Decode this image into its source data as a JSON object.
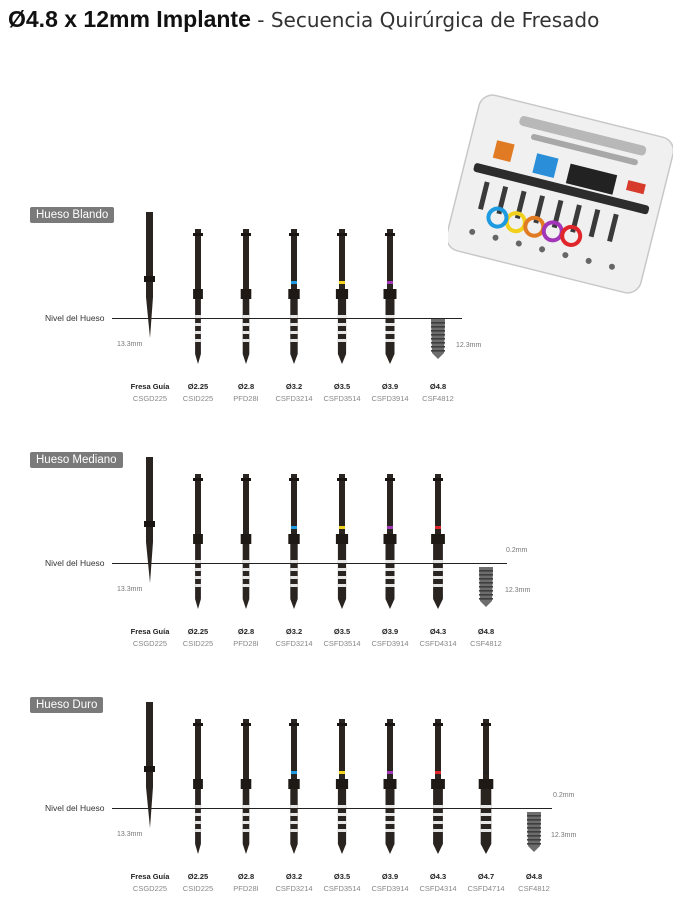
{
  "header": {
    "title_bold": "Ø4.8 x 12mm Implante",
    "title_rest": " - Secuencia Quirúrgica de Fresado"
  },
  "bone_level_label": "Nivel del Hueso",
  "guide_depth": "13.3mm",
  "implant_length": "12.3mm",
  "implant_offset": "0.2mm",
  "sections": [
    {
      "name": "Hueso Blando",
      "tools": [
        {
          "d": "Fresa Guía",
          "code": "CSGD225"
        },
        {
          "d": "Ø2.25",
          "code": "CSID225"
        },
        {
          "d": "Ø2.8",
          "code": "PFD28I"
        },
        {
          "d": "Ø3.2",
          "code": "CSFD3214"
        },
        {
          "d": "Ø3.5",
          "code": "CSFD3514"
        },
        {
          "d": "Ø3.9",
          "code": "CSFD3914"
        },
        {
          "d": "Ø4.8",
          "code": "CSF4812"
        }
      ]
    },
    {
      "name": "Hueso Mediano",
      "tools": [
        {
          "d": "Fresa Guía",
          "code": "CSGD225"
        },
        {
          "d": "Ø2.25",
          "code": "CSID225"
        },
        {
          "d": "Ø2.8",
          "code": "PFD28I"
        },
        {
          "d": "Ø3.2",
          "code": "CSFD3214"
        },
        {
          "d": "Ø3.5",
          "code": "CSFD3514"
        },
        {
          "d": "Ø3.9",
          "code": "CSFD3914"
        },
        {
          "d": "Ø4.3",
          "code": "CSFD4314"
        },
        {
          "d": "Ø4.8",
          "code": "CSF4812"
        }
      ]
    },
    {
      "name": "Hueso Duro",
      "tools": [
        {
          "d": "Fresa Guía",
          "code": "CSGD225"
        },
        {
          "d": "Ø2.25",
          "code": "CSID225"
        },
        {
          "d": "Ø2.8",
          "code": "PFD28I"
        },
        {
          "d": "Ø3.2",
          "code": "CSFD3214"
        },
        {
          "d": "Ø3.5",
          "code": "CSFD3514"
        },
        {
          "d": "Ø3.9",
          "code": "CSFD3914"
        },
        {
          "d": "Ø4.3",
          "code": "CSFD4314"
        },
        {
          "d": "Ø4.7",
          "code": "CSFD4714"
        },
        {
          "d": "Ø4.8",
          "code": "CSF4812"
        }
      ]
    }
  ],
  "ring_colors": {
    "Ø3.2": "#1e9be0",
    "Ø3.5": "#f2d11d",
    "Ø3.9": "#a336b8",
    "Ø4.3": "#e0262b",
    "Ø4.7": "#222222"
  }
}
